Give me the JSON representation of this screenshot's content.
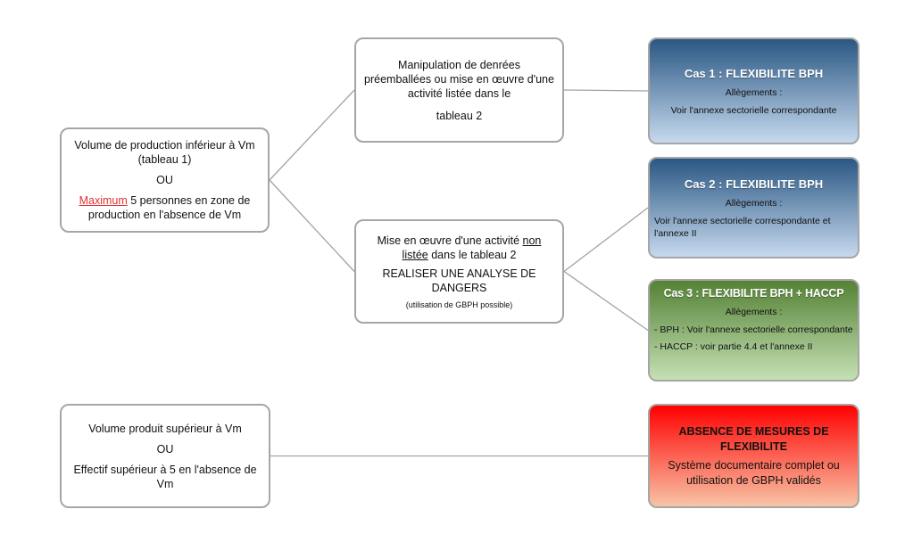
{
  "diagram": {
    "colors": {
      "highlight": "#e03131",
      "bph_top": "#2a5783",
      "bph_bottom": "#c6d9ee",
      "haccp_top": "#548235",
      "haccp_bottom": "#c5e0b4",
      "noflex_top": "#ff0000",
      "noflex_bottom": "#f8c4a6",
      "connector": "#a3a3a3"
    },
    "nodes": {
      "condition_small": {
        "line1": "Volume de production inférieur à Vm (tableau 1)",
        "or": "OU",
        "highlight": "Maximum",
        "line2_rest": " 5 personnes en zone de production en l'absence de Vm"
      },
      "activity_listed": {
        "text": "Manipulation de denrées préemballées ou mise en œuvre d'une activité listée dans le",
        "text_end": "tableau 2"
      },
      "activity_unlisted": {
        "text_pre": "Mise en œuvre d'une activité ",
        "underlined": "non listée",
        "text_post": " dans le tableau 2",
        "action": "REALISER UNE ANALYSE DE DANGERS",
        "note": "(utilisation de GBPH possible)"
      },
      "case1": {
        "title": "Cas 1 : FLEXIBILITE BPH",
        "subtitle": "Allègements :",
        "body": "Voir l'annexe sectorielle correspondante"
      },
      "case2": {
        "title": "Cas 2 : FLEXIBILITE BPH",
        "subtitle": "Allègements :",
        "body": "Voir l'annexe sectorielle correspondante et l'annexe II"
      },
      "case3": {
        "title": "Cas 3 : FLEXIBILITE BPH + HACCP",
        "subtitle": "Allègements :",
        "items": [
          "-  BPH : Voir l'annexe sectorielle correspondante",
          "- HACCP : voir partie 4.4 et l'annexe II"
        ]
      },
      "no_flex": {
        "title": "ABSENCE DE MESURES DE FLEXIBILITE",
        "body": "Système documentaire complet ou utilisation de GBPH validés"
      },
      "condition_large": {
        "line1": "Volume produit supérieur à Vm",
        "or": "OU",
        "line2": "Effectif supérieur à 5 en l'absence de Vm"
      }
    },
    "edges": [
      {
        "from": "condition_small",
        "to": "activity_listed"
      },
      {
        "from": "condition_small",
        "to": "activity_unlisted"
      },
      {
        "from": "activity_listed",
        "to": "case1"
      },
      {
        "from": "activity_unlisted",
        "to": "case2"
      },
      {
        "from": "activity_unlisted",
        "to": "case3"
      },
      {
        "from": "condition_large",
        "to": "no_flex"
      }
    ]
  }
}
